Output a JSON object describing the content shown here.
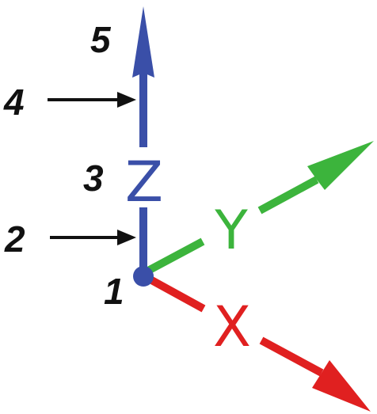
{
  "colors": {
    "z_axis": "#3a4fa8",
    "y_axis": "#3cb43c",
    "x_axis": "#e02020",
    "callout": "#111111"
  },
  "axes": {
    "z": {
      "label": "Z"
    },
    "y": {
      "label": "Y"
    },
    "x": {
      "label": "X"
    }
  },
  "callouts": [
    {
      "label": "1",
      "pointer": false
    },
    {
      "label": "2",
      "pointer": true
    },
    {
      "label": "3",
      "pointer": false
    },
    {
      "label": "4",
      "pointer": true
    },
    {
      "label": "5",
      "pointer": false
    }
  ]
}
